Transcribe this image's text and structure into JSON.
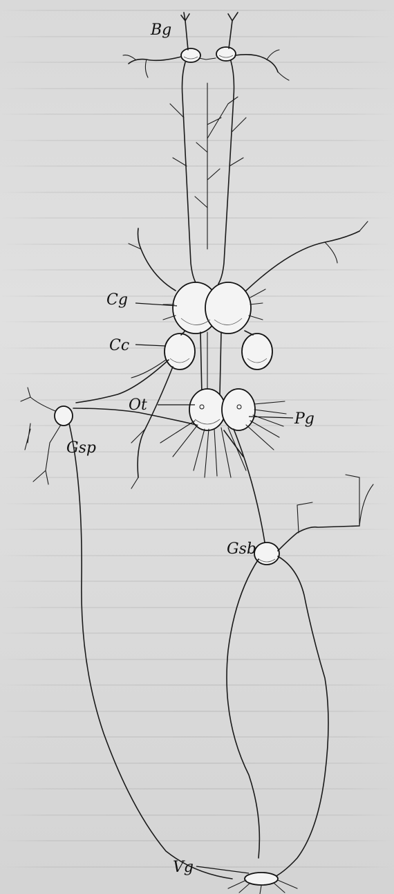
{
  "figure": {
    "labels": {
      "bg": "Bg",
      "cg": "Cg",
      "cc": "Cc",
      "ot": "Ot",
      "pg": "Pg",
      "gsp": "Gsp",
      "gsb": "Gsb",
      "vg": "Vg"
    }
  }
}
